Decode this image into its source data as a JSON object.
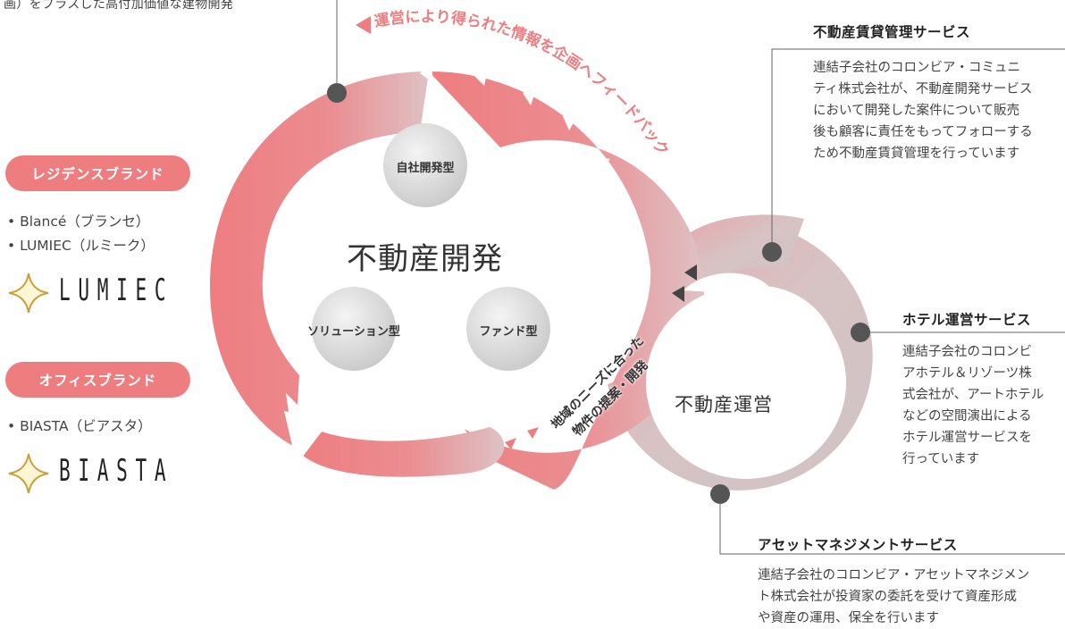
{
  "top_note": "画）をプラスした高付加価値な建物開発",
  "feedback_text": "運営により得られた情報を企画へフィードバック",
  "proposal_line1": "地域のニーズに合った",
  "proposal_line2": "物件の提案・開発",
  "development": {
    "title": "不動産開発",
    "types": [
      "自社開発型",
      "ソリューション型",
      "ファンド型"
    ]
  },
  "operation": {
    "title": "不動産運営"
  },
  "residence": {
    "label": "レジデンスブランド",
    "items": [
      "Blancé（ブランセ）",
      "LUMIEC（ルミーク）"
    ],
    "logo": "LUMIEC"
  },
  "office": {
    "label": "オフィスブランド",
    "items": [
      "BIASTA（ビアスタ）"
    ],
    "logo": "BIASTA"
  },
  "services": {
    "rental": {
      "title": "不動産賃貸管理サービス",
      "lines": [
        "連結子会社のコロンビア・コミュニ",
        "ティ株式会社が、不動産開発サービス",
        "において開発した案件について販売",
        "後も顧客に責任をもってフォローする",
        "ため不動産賃貸管理を行っています"
      ]
    },
    "hotel": {
      "title": "ホテル運営サービス",
      "lines": [
        "連結子会社のコロンビ",
        "アホテル＆リゾーツ株",
        "式会社が、アートホテル",
        "などの空間演出による",
        "ホテル運営サービスを",
        "行っています"
      ]
    },
    "asset": {
      "title": "アセットマネジメントサービス",
      "lines": [
        "連結子会社のコロンビア・アセットマネジメン",
        "ト株式会社が投資家の委託を受けて資産形成",
        "や資産の運用、保全を行います"
      ]
    }
  },
  "colors": {
    "accent_pink": "#ee7d80",
    "ring_gray": "#cfc2c3",
    "ball_gray": "#d9d9d9"
  }
}
